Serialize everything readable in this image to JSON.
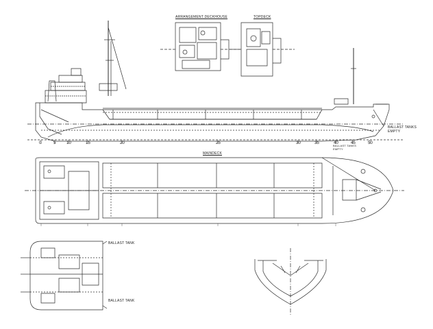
{
  "titles": {
    "arrangement_deckhouse": "ARRANGEMENT DECKHOUSE",
    "topdeck": "TOPDECK",
    "main_deck": "MAINDECK"
  },
  "notes": {
    "ballast_tanks_empty": "BALLAST TANKS\nEMPTY",
    "ballast_tanks_small": "BALLAST TANKS\nEMPTY",
    "ballast_tank_top": "BALLAST TANK",
    "ballast_tank_bottom": "BALLAST TANK"
  },
  "frame_numbers": [
    "0",
    "5",
    "10",
    "15",
    "20",
    "25",
    "30",
    "35",
    "40",
    "45",
    "50"
  ],
  "colors": {
    "line": "#2b2b2b",
    "paper": "#ffffff"
  }
}
